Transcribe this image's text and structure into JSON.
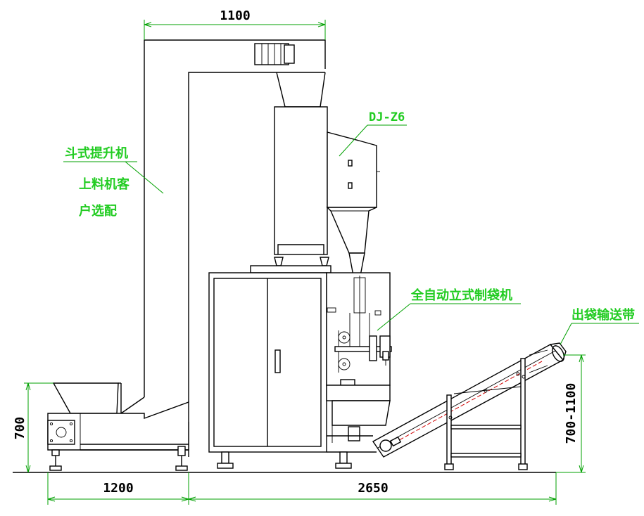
{
  "dimensions": {
    "top_width": "1100",
    "bottom_left_width": "1200",
    "bottom_right_width": "2650",
    "hopper_height": "700",
    "conveyor_height": "700-1100"
  },
  "labels": {
    "model": "DJ-Z6",
    "elevator_line1": "斗式提升机",
    "elevator_line2": "上料机客",
    "elevator_line3": "户选配",
    "packing_machine": "全自动立式制袋机",
    "output_conveyor": "出袋输送带"
  },
  "colors": {
    "outline": "#000000",
    "dimension": "#00a000",
    "label": "#22cc22",
    "centerline": "#d00000"
  }
}
